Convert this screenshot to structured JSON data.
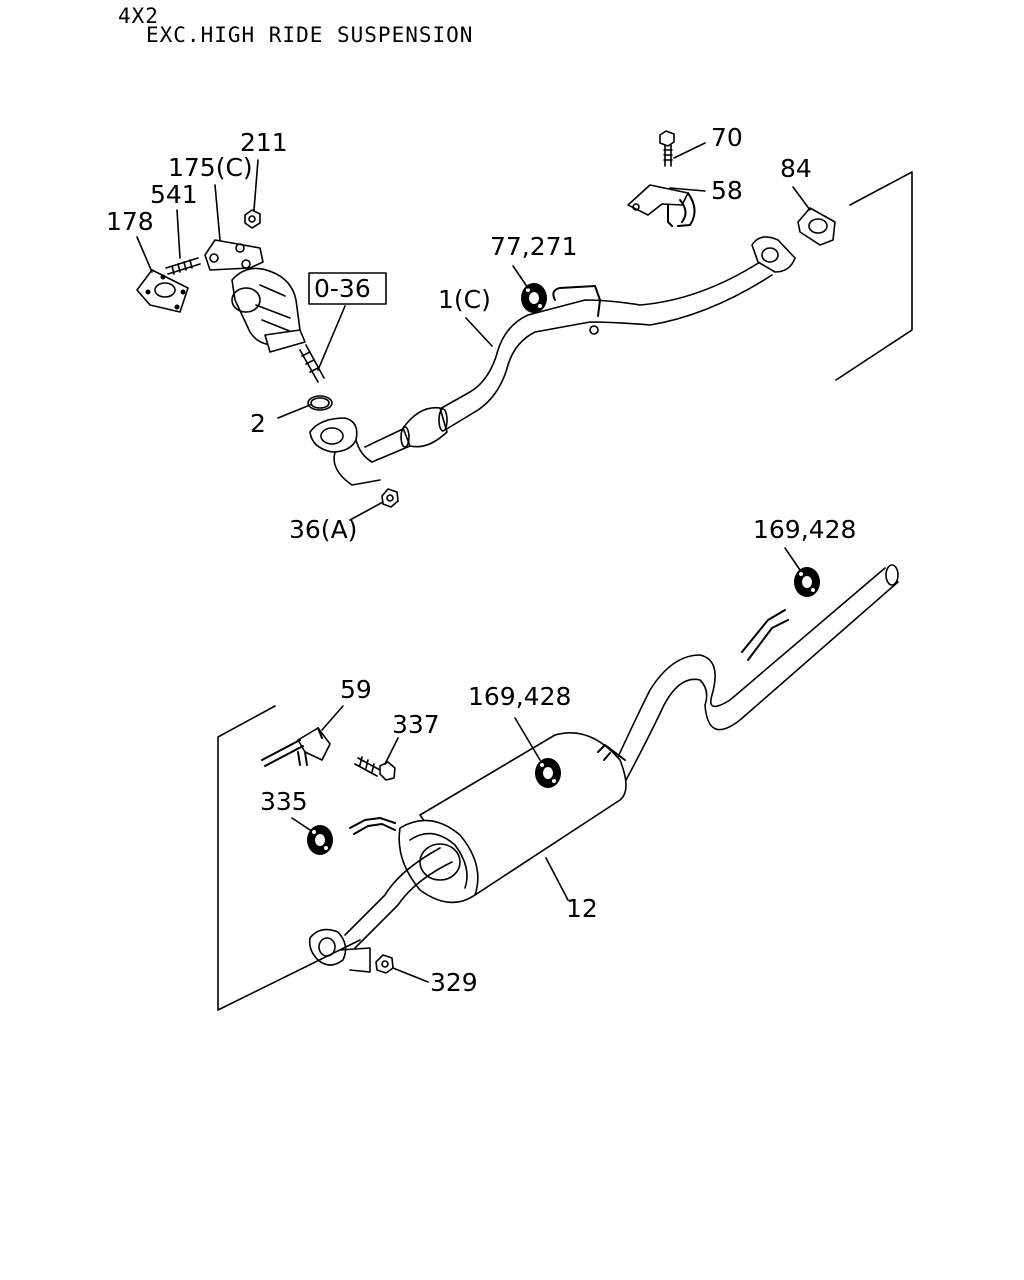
{
  "header": {
    "line1": "4X2",
    "line2": "EXC.HIGH RIDE SUSPENSION"
  },
  "callouts": {
    "p211": "211",
    "p175c": "175(C)",
    "p541": "541",
    "p178": "178",
    "p036": "0-36",
    "p2": "2",
    "p36a": "36(A)",
    "p77_271": "77,271",
    "p1c": "1(C)",
    "p70": "70",
    "p58": "58",
    "p84": "84",
    "p169_428_top": "169,428",
    "p59": "59",
    "p337": "337",
    "p169_428_mid": "169,428",
    "p335": "335",
    "p12": "12",
    "p329": "329"
  }
}
